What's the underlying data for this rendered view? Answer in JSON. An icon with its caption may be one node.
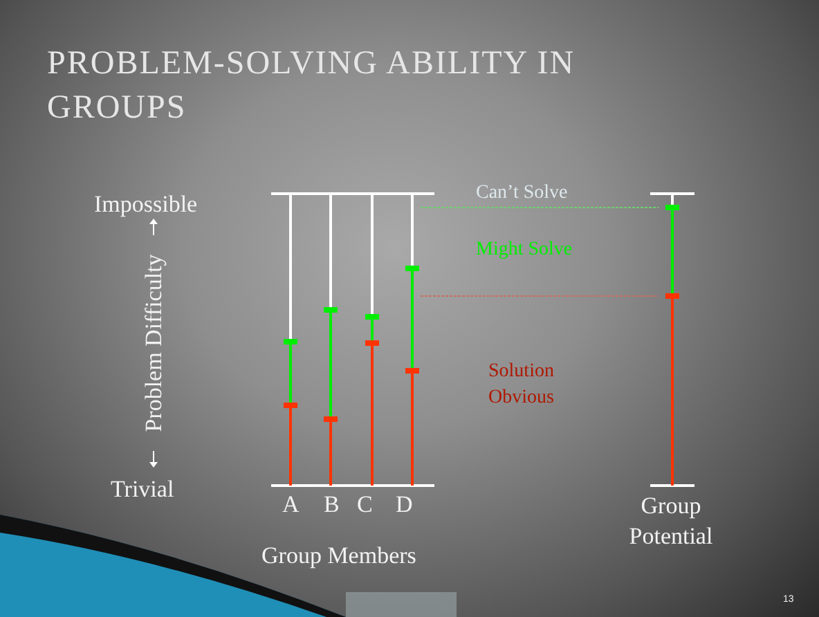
{
  "diagram": {
    "title": "PROBLEM-SOLVING ABILITY IN GROUPS",
    "labels": [
      "Impossible",
      "Problem Difficulty",
      "Trivial",
      "A",
      "B",
      "C",
      "D",
      "Group Members",
      "Can’t Solve",
      "Might Solve",
      "Solution Obvious",
      "Group Potential",
      "13"
    ]
  }
}
